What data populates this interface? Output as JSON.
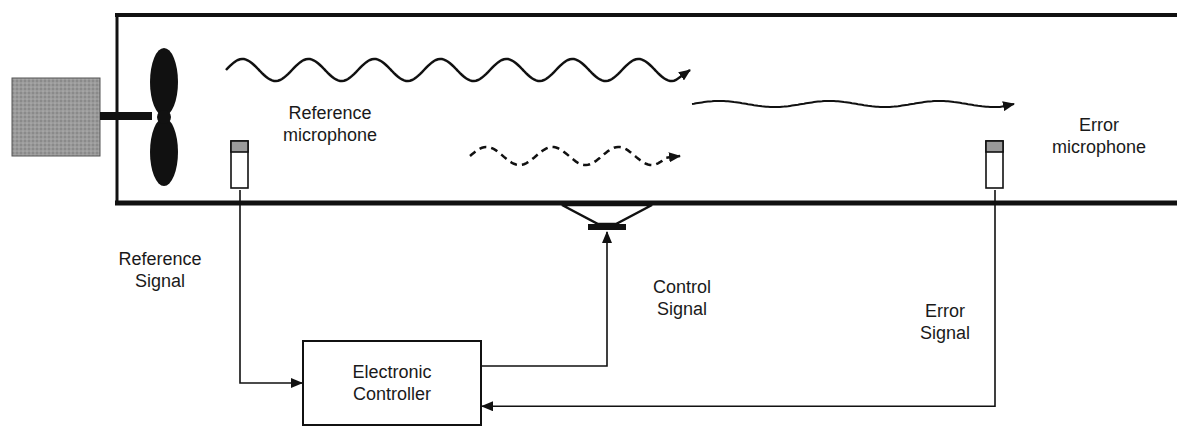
{
  "diagram": {
    "nodes": [
      {
        "text": [
          "Reference microphone"
        ]
      },
      {
        "text": [
          "Electronic Controller"
        ]
      },
      {
        "text": [
          "Error microphone"
        ]
      }
    ],
    "edges": [
      {
        "from": 0,
        "to": 1,
        "arrow": "to",
        "label": "Reference Signal"
      },
      {
        "from": 2,
        "to": 1,
        "arrow": "to",
        "label": "Error Signal"
      }
    ],
    "labels": [
      "Control Signal"
    ]
  }
}
